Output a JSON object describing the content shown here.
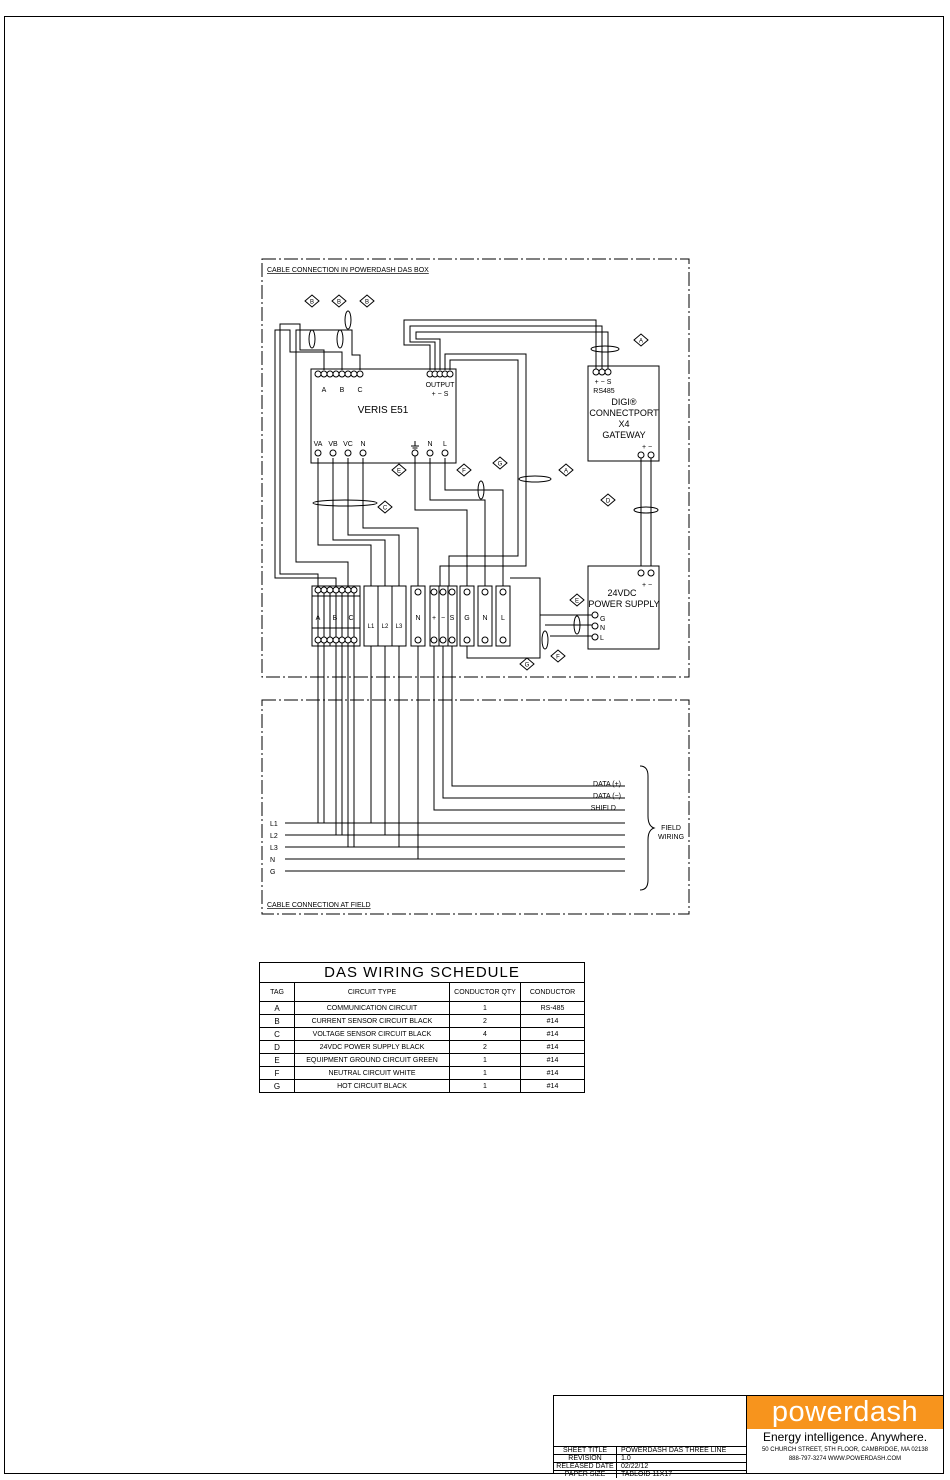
{
  "diagram": {
    "das_box_label": "CABLE CONNECTION IN POWERDASH DAS BOX",
    "field_label": "CABLE CONNECTION AT FIELD",
    "meter": {
      "name": "VERIS E51",
      "ct_terminals": [
        "A",
        "B",
        "C"
      ],
      "output_label": "OUTPUT",
      "output_terminals": "+ − S",
      "voltage_terminals": [
        "VA",
        "VB",
        "VC",
        "N"
      ],
      "power_terminals": [
        "N",
        "L"
      ]
    },
    "gateway": {
      "port": "RS485",
      "port_terminals": "+ − S",
      "line1": "DIGI®",
      "line2": "CONNECTPORT",
      "line3": "X4",
      "line4": "GATEWAY",
      "power_terminals": "+ −"
    },
    "power_supply": {
      "line1": "24VDC",
      "line2": "POWER SUPPLY",
      "output_terminals": "+ −",
      "inputs": [
        "G",
        "N",
        "L"
      ]
    },
    "terminal_blocks": {
      "ct": [
        "A",
        "B",
        "C"
      ],
      "voltage": [
        "L1",
        "L2",
        "L3"
      ],
      "neutral": "N",
      "data": [
        "+",
        "−",
        "S"
      ],
      "power": [
        "G",
        "N",
        "L"
      ]
    },
    "field_signals": [
      "DATA (+)",
      "DATA (−)",
      "SHIELD"
    ],
    "field_lines": [
      "L1",
      "L2",
      "L3",
      "N",
      "G"
    ],
    "field_wiring_label": [
      "FIELD",
      "WIRING"
    ],
    "tags": [
      "A",
      "B",
      "C",
      "D",
      "E",
      "F",
      "G"
    ]
  },
  "schedule": {
    "title": "DAS WIRING SCHEDULE",
    "headers": [
      "TAG",
      "CIRCUIT TYPE",
      "CONDUCTOR QTY",
      "CONDUCTOR"
    ],
    "rows": [
      {
        "tag": "A",
        "circuit": "COMMUNICATION CIRCUIT",
        "qty": "1",
        "conductor": "RS-485"
      },
      {
        "tag": "B",
        "circuit": "CURRENT SENSOR CIRCUIT BLACK",
        "qty": "2",
        "conductor": "#14"
      },
      {
        "tag": "C",
        "circuit": "VOLTAGE SENSOR CIRCUIT BLACK",
        "qty": "4",
        "conductor": "#14"
      },
      {
        "tag": "D",
        "circuit": "24VDC POWER SUPPLY BLACK",
        "qty": "2",
        "conductor": "#14"
      },
      {
        "tag": "E",
        "circuit": "EQUIPMENT GROUND CIRCUIT GREEN",
        "qty": "1",
        "conductor": "#14"
      },
      {
        "tag": "F",
        "circuit": "NEUTRAL CIRCUIT WHITE",
        "qty": "1",
        "conductor": "#14"
      },
      {
        "tag": "G",
        "circuit": "HOT CIRCUIT BLACK",
        "qty": "1",
        "conductor": "#14"
      }
    ]
  },
  "title_block": {
    "sheet_title_label": "SHEET TITLE",
    "sheet_title": "POWERDASH DAS THREE LINE",
    "revision_label": "REVISION",
    "revision": "1.0",
    "released_label": "RELEASED DATE",
    "released": "02/22/12",
    "paper_label": "PAPER SIZE",
    "paper": "TABLOID 11X17",
    "logo": "powerdash",
    "tagline": "Energy intelligence. Anywhere.",
    "address": "50 CHURCH STREET, 5TH FLOOR, CAMBRIDGE, MA 02138",
    "contact": "888-797-3274  WWW.POWERDASH.COM",
    "brand_color": "#f7941d"
  }
}
